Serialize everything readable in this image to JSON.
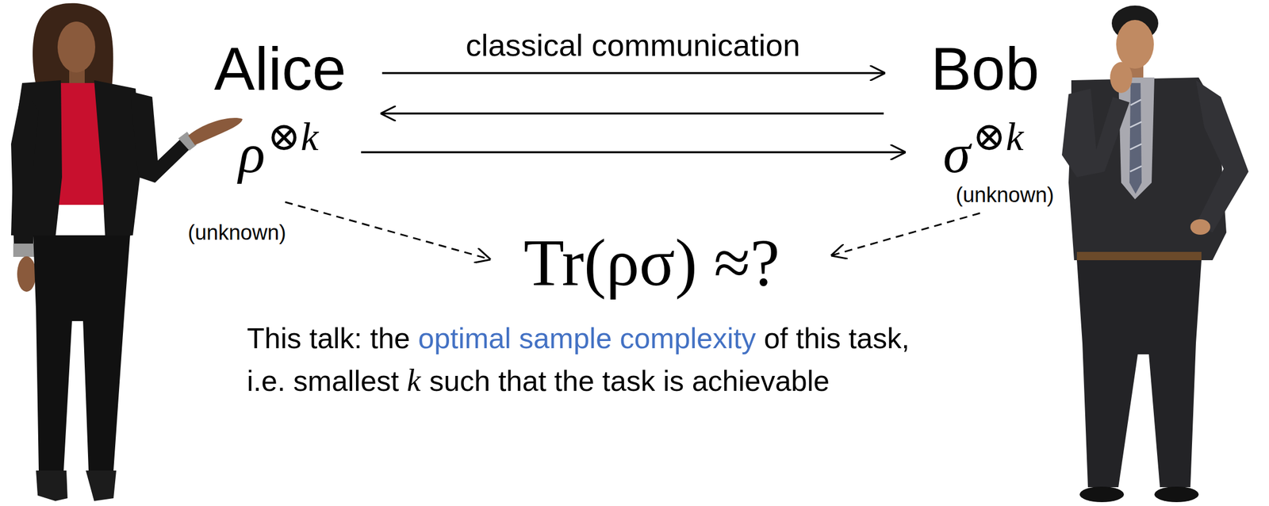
{
  "diagram": {
    "nodes": [
      {
        "text": [
          "Alice"
        ]
      },
      {
        "text": [
          "Bob"
        ]
      },
      {
        "text": [
          "ρ",
          "⊗k"
        ]
      },
      {
        "text": [
          "σ",
          "⊗k"
        ]
      },
      {
        "text": [
          "Tr(ρσ) ≈?"
        ]
      }
    ],
    "edges": [
      {
        "from": 0,
        "to": 1,
        "arrow": "to",
        "label": "classical communication"
      },
      {
        "from": 1,
        "to": 0,
        "arrow": "to"
      },
      {
        "from": 2,
        "to": 3,
        "arrow": "to"
      },
      {
        "from": 2,
        "to": 4,
        "arrow": "to"
      },
      {
        "from": 3,
        "to": 4,
        "arrow": "to"
      }
    ],
    "labels": [
      "(unknown)",
      "(unknown)",
      "This talk: the",
      "optimal sample complexity",
      "of this task,",
      "i.e. smallest",
      "k",
      "such that the task is achievable"
    ]
  }
}
